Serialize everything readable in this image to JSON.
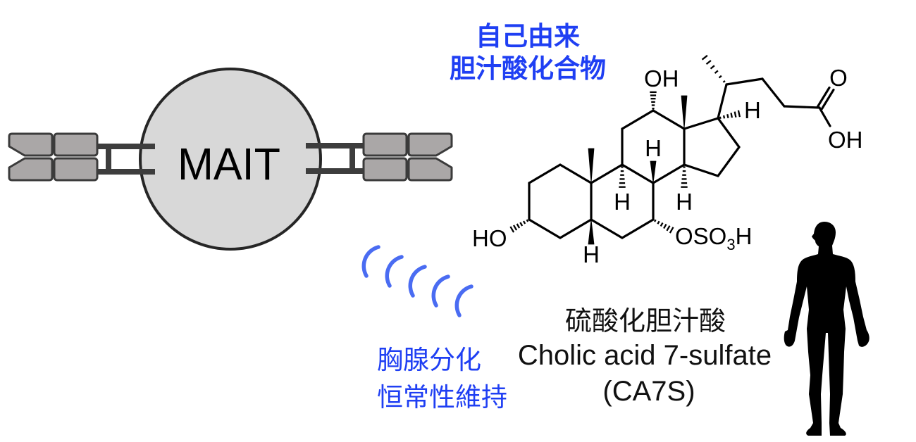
{
  "source_label": {
    "lines": [
      "自己由来",
      "胆汁酸化合物"
    ]
  },
  "mait_cell": {
    "label": "MAIT",
    "receptor_icon": "t-cell-receptor"
  },
  "signal": {
    "icon": "signal-waves"
  },
  "effect_label": {
    "lines": [
      "胸腺分化",
      "恒常性維持"
    ]
  },
  "compound": {
    "name_ja": "硫酸化胆汁酸",
    "name_en": "Cholic acid 7-sulfate",
    "abbreviation": "(CA7S)",
    "structure_icon": "cholic-acid-7-sulfate-skeletal-formula",
    "atom_labels": {
      "c12_oh": "OH",
      "c3_oh": "HO",
      "c5_h": "H",
      "c8_h": "H",
      "c9_h": "H",
      "c14_h": "H",
      "c17_h": "H",
      "carbonyl_o": "O",
      "carboxyl_oh": "OH",
      "sulfate": {
        "main": "OSO",
        "subscript": "3",
        "tail": "H"
      }
    }
  },
  "host": {
    "icon": "human-silhouette"
  },
  "colors": {
    "accent_blue": "#1f3ff3",
    "signal_blue": "#4a6cf2",
    "cell_fill": "#d8d8d8",
    "cell_outline": "#262626",
    "receptor_fill": "#aaa7a7",
    "receptor_outline": "#3b3b3b",
    "ink": "#000000"
  }
}
